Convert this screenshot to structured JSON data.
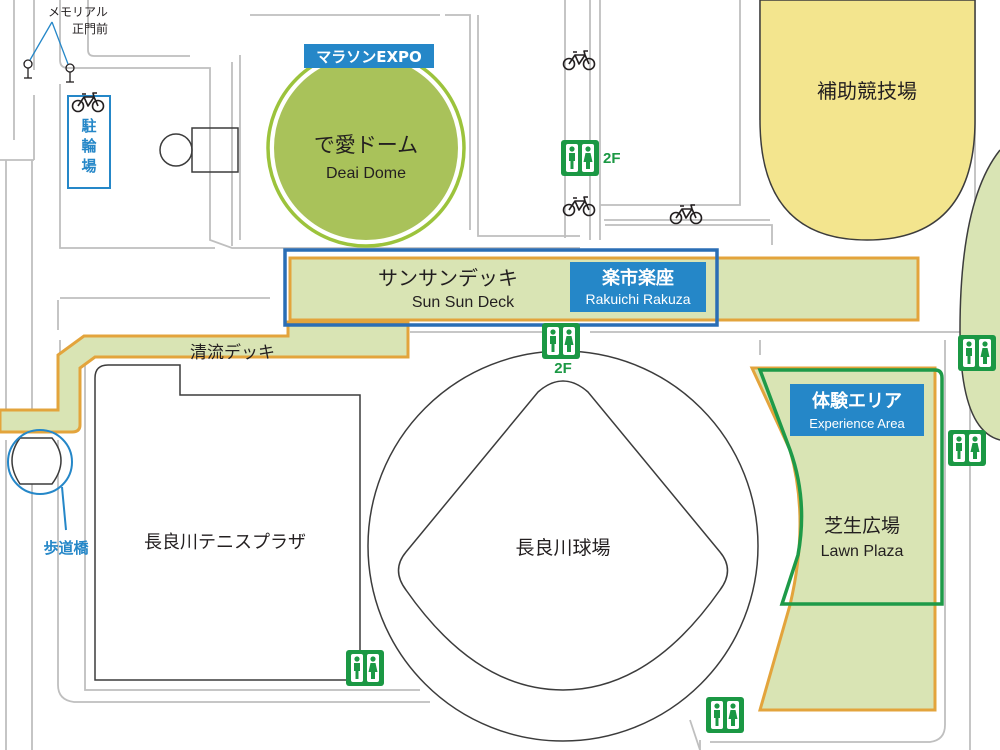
{
  "colors": {
    "road_line": "#bfbfbf",
    "building_line": "#3c3c3c",
    "deck_fill": "#d9e4b4",
    "deck_border": "#e3a43c",
    "dome_fill": "#a9c25a",
    "dome_ring": "#9cc33c",
    "field_fill": "#f3e58e",
    "label_blue": "#2587c8",
    "highlight_blue": "#2b6eb5",
    "green": "#1e9a48",
    "toilet_green": "#1b9844"
  },
  "labels": {
    "memorial_gate_line1": "メモリアル",
    "memorial_gate_line2": "正門前",
    "bicycle_parking": [
      "駐",
      "輪",
      "場"
    ],
    "marathon_expo": "マラソンEXPO",
    "deai_dome_jp": "で愛ドーム",
    "deai_dome_en": "Deai Dome",
    "sub_stadium": "補助競技場",
    "toilet_floor": "2F",
    "sunsun_deck_jp": "サンサンデッキ",
    "sunsun_deck_en": "Sun Sun Deck",
    "rakuichi_jp": "楽市楽座",
    "rakuichi_en": "Rakuichi Rakuza",
    "seiryu_deck": "清流デッキ",
    "footbridge": "歩道橋",
    "tennis_plaza": "長良川テニスプラザ",
    "stadium": "長良川球場",
    "experience_jp": "体験エリア",
    "experience_en": "Experience Area",
    "lawn_jp": "芝生広場",
    "lawn_en": "Lawn Plaza"
  },
  "icons": {
    "bicycle": "bicycle-icon",
    "toilet": "toilet-icon",
    "landmark_pin": "location-pin-icon"
  }
}
